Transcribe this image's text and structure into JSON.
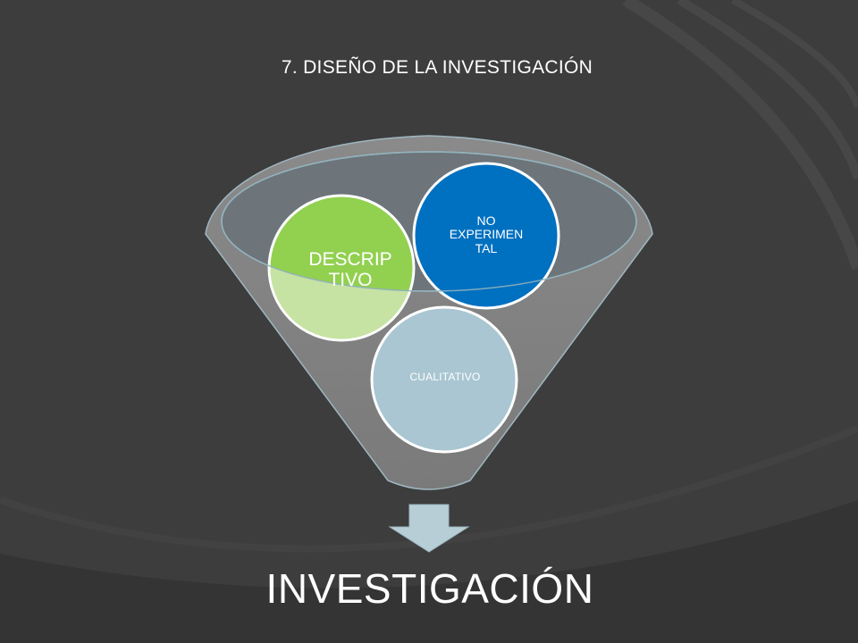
{
  "slide": {
    "title": "7. DISEÑO DE LA INVESTIGACIÓN",
    "bottom_text": "INVESTIGACIÓN"
  },
  "diagram": {
    "type": "funnel",
    "circles": [
      {
        "label": "DESCRIP\nTIVO",
        "color": "#92d050"
      },
      {
        "label": "NO\nEXPERIMEN\nTAL",
        "color": "#0070c0"
      },
      {
        "label": "CUALITATIVO",
        "color": "#a9c6d2"
      }
    ],
    "funnel_color": "#7f7f7f",
    "arrow_color": "#b8ced6"
  }
}
